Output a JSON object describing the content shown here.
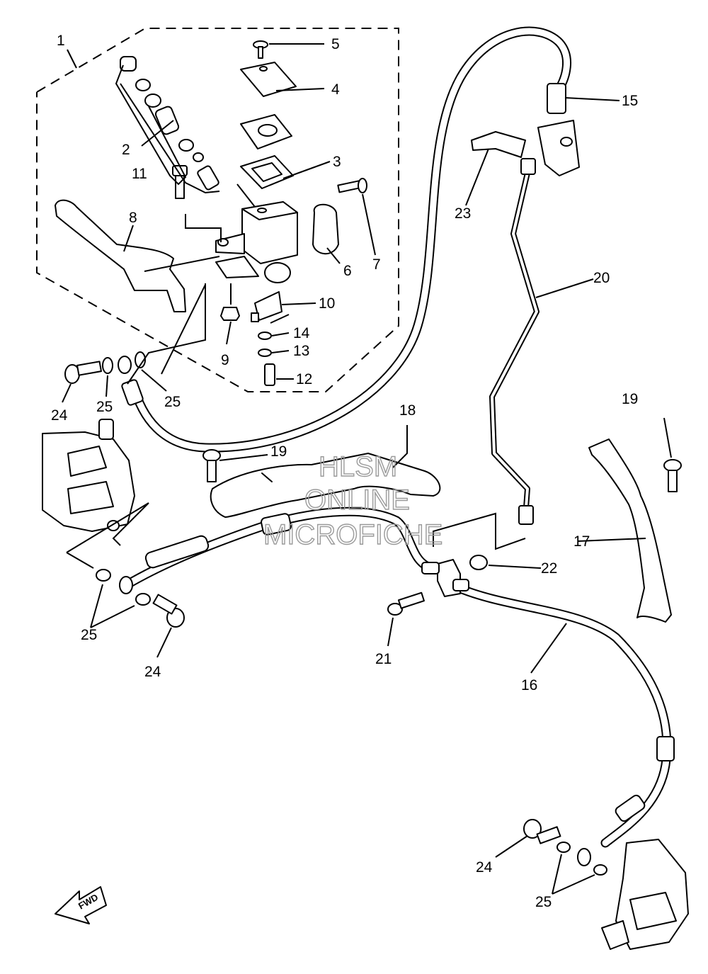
{
  "callouts": [
    {
      "id": "1",
      "label": "1"
    },
    {
      "id": "2",
      "label": "2"
    },
    {
      "id": "3",
      "label": "3"
    },
    {
      "id": "4",
      "label": "4"
    },
    {
      "id": "5",
      "label": "5"
    },
    {
      "id": "6",
      "label": "6"
    },
    {
      "id": "7",
      "label": "7"
    },
    {
      "id": "8",
      "label": "8"
    },
    {
      "id": "9",
      "label": "9"
    },
    {
      "id": "10",
      "label": "10"
    },
    {
      "id": "11",
      "label": "11"
    },
    {
      "id": "12",
      "label": "12"
    },
    {
      "id": "13",
      "label": "13"
    },
    {
      "id": "14",
      "label": "14"
    },
    {
      "id": "15",
      "label": "15"
    },
    {
      "id": "16",
      "label": "16"
    },
    {
      "id": "17",
      "label": "17"
    },
    {
      "id": "18",
      "label": "18"
    },
    {
      "id": "19",
      "label": "19"
    },
    {
      "id": "20",
      "label": "20"
    },
    {
      "id": "21",
      "label": "21"
    },
    {
      "id": "22",
      "label": "22"
    },
    {
      "id": "23",
      "label": "23"
    },
    {
      "id": "24",
      "label": "24"
    },
    {
      "id": "25",
      "label": "25"
    }
  ],
  "watermark": {
    "line1": "HLSM",
    "line2": "ONLINE",
    "line3": "MICROFICHE"
  },
  "direction_arrow": {
    "label": "FWD",
    "icon": "forward-arrow-icon"
  }
}
